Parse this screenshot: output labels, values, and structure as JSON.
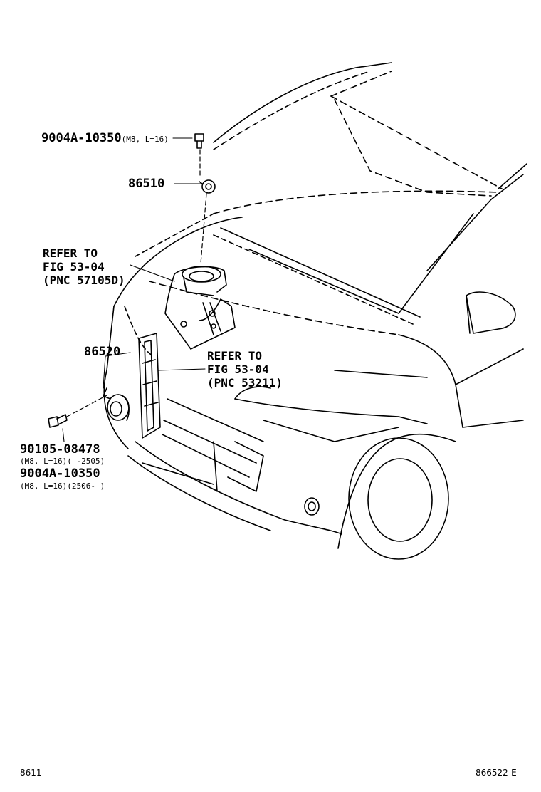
{
  "callouts": {
    "bolt_top": {
      "part": "9004A-10350",
      "spec": "(M8, L=16)"
    },
    "horn_upper": {
      "part": "86510"
    },
    "refer_upper": {
      "line1": "REFER TO",
      "line2": "FIG 53-04",
      "line3": "(PNC 57105D)"
    },
    "horn_lower": {
      "part": "86520"
    },
    "refer_lower": {
      "line1": "REFER TO",
      "line2": "FIG 53-04",
      "line3": "(PNC 53211)"
    },
    "bolt_lower_a": {
      "part": "90105-08478",
      "spec": "(M8, L=16)(      -2505)"
    },
    "bolt_lower_b": {
      "part": "9004A-10350",
      "spec": "(M8, L=16)(2506-      )"
    }
  },
  "footer": {
    "figure_code": "8611",
    "illustration_id": "866522-E"
  }
}
